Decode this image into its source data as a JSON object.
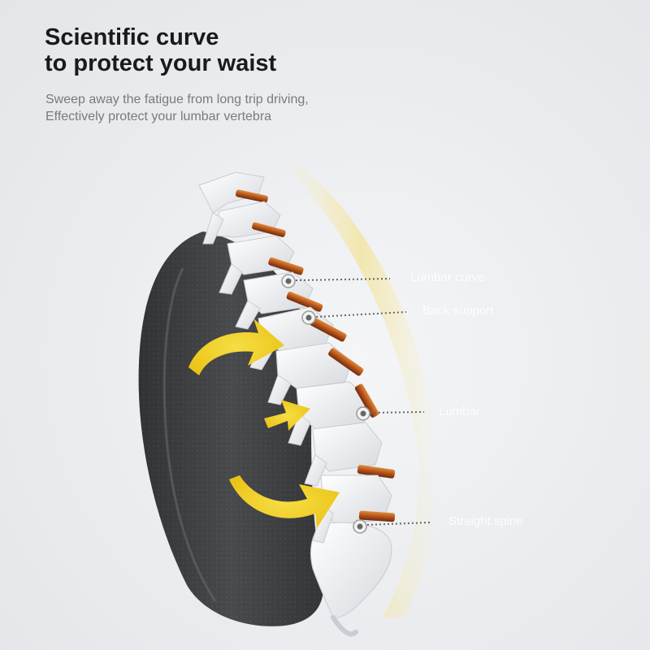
{
  "headline": {
    "line1": "Scientific curve",
    "line2": "to protect your waist"
  },
  "subheadline": {
    "line1": "Sweep away the fatigue from long trip driving,",
    "line2": "Effectively protect your lumbar vertebra"
  },
  "callouts": [
    {
      "label": "Lumbar curve"
    },
    {
      "label": "Back support"
    },
    {
      "label": "Lumbar"
    },
    {
      "label": "Straight spine"
    }
  ],
  "colors": {
    "headline": "#1a1a1a",
    "subheadline": "#7a7a7a",
    "arrow": "#f2d12c",
    "cushion": "#3a3b3d",
    "disc": "#c8641e",
    "glow": "#f3e6a4"
  },
  "icons": [
    "support-arrow-icon",
    "marker-dot-icon"
  ]
}
